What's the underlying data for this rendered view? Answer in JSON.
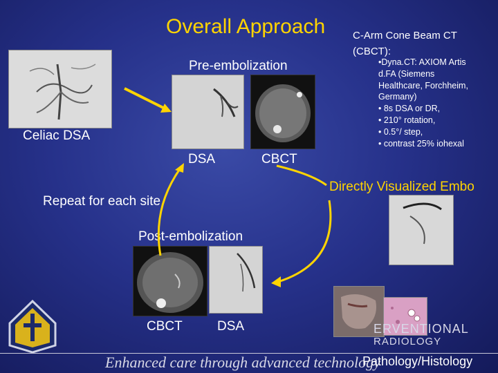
{
  "slide": {
    "title": "Overall Approach",
    "cbct_heading_line1": "C-Arm Cone Beam CT",
    "cbct_heading_line2": "(CBCT):",
    "cbct_bullets": [
      "•Dyna.CT: AXIOM Artis",
      "d.FA (Siemens",
      "Healthcare, Forchheim,",
      "Germany)",
      "• 8s DSA or DR,",
      "• 210° rotation,",
      "• 0.5°/ step,",
      "• contrast 25% iohexal"
    ],
    "pre_embolization_label": "Pre-embolization",
    "celiac_dsa_label": "Celiac DSA",
    "dsa_label_top": "DSA",
    "cbct_label_top": "CBCT",
    "repeat_label": "Repeat for each site",
    "directly_label": "Directly Visualized Embo",
    "post_embolization_label": "Post-embolization",
    "cbct_label_bottom": "CBCT",
    "dsa_label_bottom": "DSA",
    "pathology_label": "Pathology/Histology",
    "footer_tagline": "Enhanced care through advanced technology",
    "ir_logo_line1": "ERVENTIONAL",
    "ir_logo_line2": "RADIOLOGY"
  },
  "colors": {
    "title": "#ffd400",
    "arrow": "#ffd400",
    "background": "#26318a"
  }
}
